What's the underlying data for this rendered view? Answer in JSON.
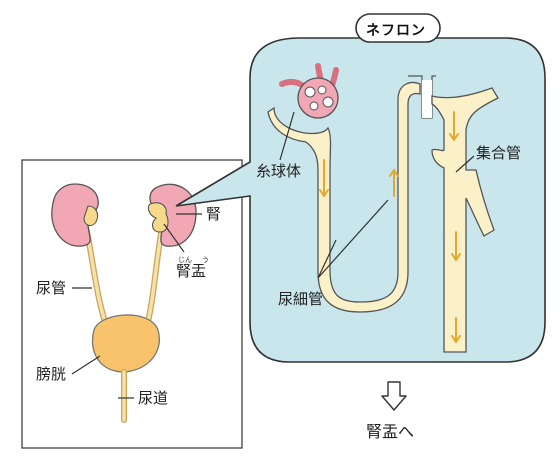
{
  "title": "ネフロン",
  "left_panel": {
    "labels": {
      "kidney": "腎",
      "pelvis": "腎盂",
      "pelvis_ruby_1": "じん",
      "pelvis_ruby_2": "う",
      "ureter": "尿管",
      "bladder": "膀胱",
      "urethra": "尿道"
    }
  },
  "nephron_panel": {
    "labels": {
      "glomerulus": "糸球体",
      "tubule": "尿細管",
      "collecting_duct": "集合管"
    }
  },
  "bottom_caption": "腎盂へ",
  "colors": {
    "panel_fill": "#c9e6ec",
    "panel_stroke": "#333333",
    "tubule_fill": "#fbf1c8",
    "tubule_stroke": "#555555",
    "flow_arrow": "#e3a92c",
    "kidney_pink": "#f2a7b4",
    "bladder_orange": "#f8c36a",
    "pelvis_yellow": "#f6d98a"
  }
}
